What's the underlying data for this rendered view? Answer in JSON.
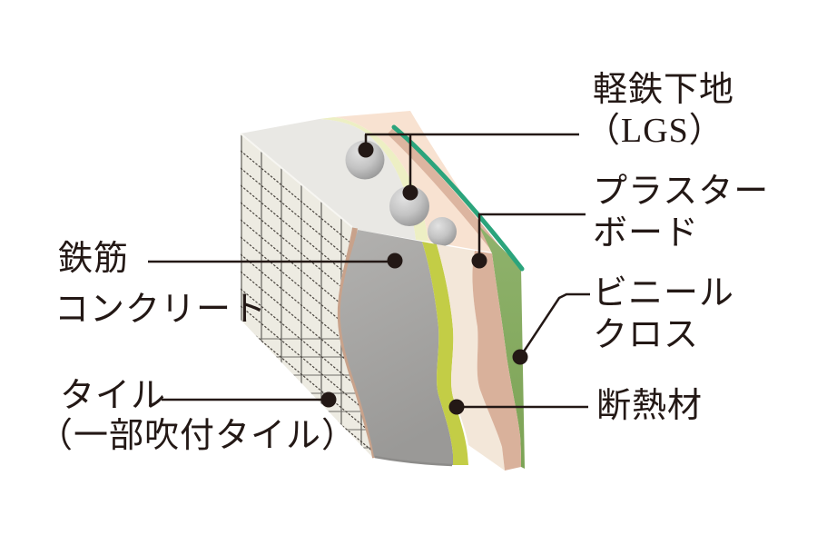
{
  "figure": {
    "kind": "wall-structure-cross-section-diagram",
    "background": "#ffffff",
    "ink_color": "#231815"
  },
  "labels": {
    "lgs": {
      "line1": "軽鉄下地",
      "line2": "（LGS）"
    },
    "plasterboard": {
      "line1": "プラスター",
      "line2": "ボード"
    },
    "vinyl_cloth": {
      "line1": "ビニール",
      "line2": "クロス"
    },
    "insulation": {
      "text": "断熱材"
    },
    "reinforced_concrete": {
      "line1": "鉄筋",
      "line2": "コンクリート"
    },
    "tile": {
      "line1": "タイル",
      "line2": "（一部吹付タイル）"
    }
  },
  "layers": [
    {
      "name": "tile-face",
      "label": "タイル（一部吹付タイル）",
      "color": "#edebe2"
    },
    {
      "name": "reinforced-concrete",
      "label": "鉄筋コンクリート",
      "color": "#a8a7a5"
    },
    {
      "name": "insulation",
      "label": "断熱材",
      "color": "#c3cd46"
    },
    {
      "name": "lgs-stud",
      "label": "軽鉄下地（LGS）",
      "color": "#a9a9a9"
    },
    {
      "name": "plasterboard",
      "label": "プラスターボード",
      "color": "#f3e7d9"
    },
    {
      "name": "vinyl-cloth",
      "label": "ビニールクロス",
      "color": "#8db069"
    }
  ],
  "accent_colors": {
    "insulation_top": "#edefc4",
    "cavity_top": "#f8e2d1",
    "plasterboard_edge": "#d9b19b",
    "vinyl_top_edge": "#2ba47c",
    "tile_cut_edge": "#c8a28b"
  }
}
